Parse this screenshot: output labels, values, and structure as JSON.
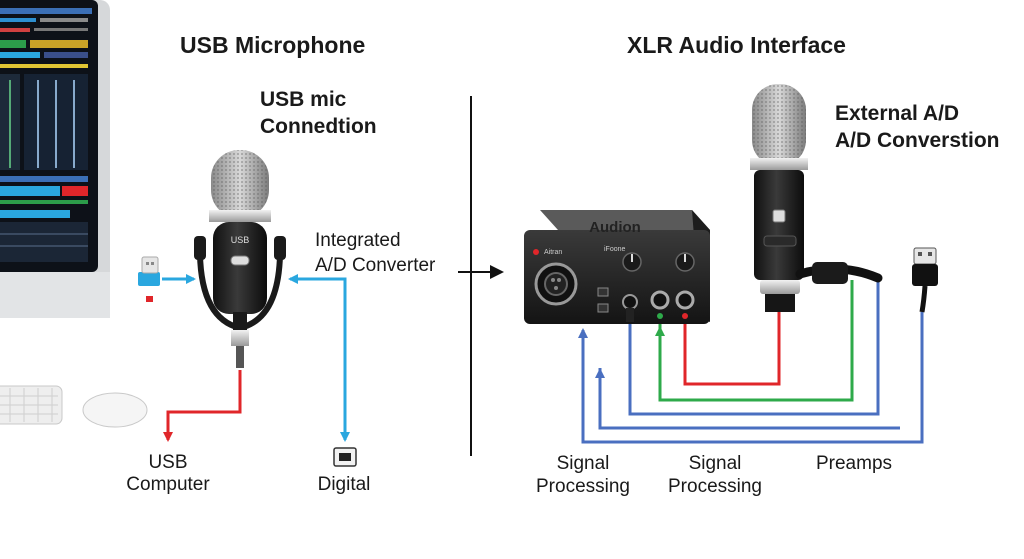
{
  "left_panel": {
    "heading": "USB Microphone",
    "sub_line1": "USB mic",
    "sub_line2": "Connedtion",
    "callout_line1": "Integrated",
    "callout_line2": "A/D Converter",
    "bottom_left_line1": "USB",
    "bottom_left_line2": "Computer",
    "bottom_right": "Digital",
    "mic_badge": "USB"
  },
  "right_panel": {
    "heading": "XLR Audio Interface",
    "sub_line1": "External A/D",
    "sub_line2": "A/D Converstion",
    "interface_brand": "Audion",
    "interface_small_label": "Aitran",
    "interface_knob_label": "iFoone",
    "bottom_labels": [
      {
        "line1": "Signal",
        "line2": "Processing"
      },
      {
        "line1": "Signal",
        "line2": "Processing"
      },
      {
        "line1": "Preamps",
        "line2": ""
      }
    ]
  },
  "colors": {
    "usb_blue": "#2aa7df",
    "signal_red": "#e0262a",
    "signal_green": "#2eaa4a",
    "signal_navy": "#4a6fc0",
    "divider": "#111111"
  }
}
